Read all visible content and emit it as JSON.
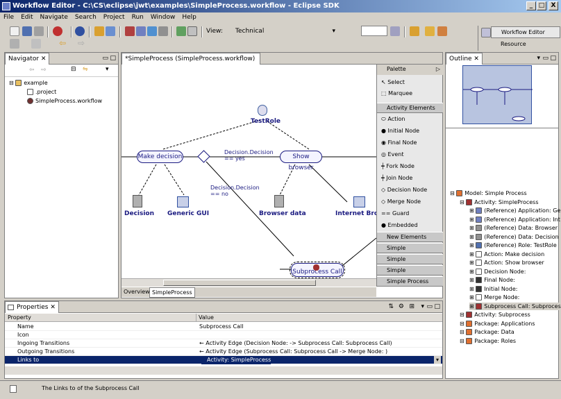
{
  "window": {
    "title": "Workflow Editor - C:\\CS\\eclipse\\jwt\\examples\\SimpleProcess.workflow - Eclipse SDK",
    "min": "_",
    "max": "□",
    "close": "X"
  },
  "menu": [
    "File",
    "Edit",
    "Navigate",
    "Search",
    "Project",
    "Run",
    "Window",
    "Help"
  ],
  "toolbar": {
    "view_label": "View:",
    "view_value": "Technical"
  },
  "perspectives": {
    "workflow": "Workflow Editor",
    "resource": "Resource"
  },
  "navigator": {
    "title": "Navigator",
    "items": [
      {
        "label": "example"
      },
      {
        "label": ".project"
      },
      {
        "label": "SimpleProcess.workflow"
      }
    ]
  },
  "editor": {
    "tab": "*SimpleProcess (SimpleProcess.workflow)",
    "bottom_tabs": [
      "Overview",
      "SimpleProcess"
    ],
    "nodes": {
      "testrole": "TestRole",
      "make_decision": "Make decision",
      "show_browser": "Show browser",
      "decision": "Decision",
      "generic_gui": "Generic GUI",
      "browser_data": "Browser data",
      "internet_browser": "Internet Brows",
      "subprocess": "Subprocess Call",
      "edge_yes": "Decision.Decision",
      "edge_yes2": "== yes",
      "edge_no": "Decision.Decision",
      "edge_no2": "== no"
    }
  },
  "palette": {
    "title": "Palette",
    "tools": [
      "Select",
      "Marquee"
    ],
    "activity_header": "Activity Elements",
    "activity": [
      "Action",
      "Initial Node",
      "Final Node",
      "Event",
      "Fork Node",
      "Join Node",
      "Decision Node",
      "Merge Node",
      "Guard",
      "Embedded"
    ],
    "headers": [
      "New Elements",
      "Simple Process/Roles",
      "Simple Process/Ap...",
      "Simple Process/Data",
      "Simple Process"
    ]
  },
  "outline": {
    "title": "Outline",
    "tree": [
      {
        "label": "Model: Simple Process",
        "lvl": 0
      },
      {
        "label": "Activity: SimpleProcess",
        "lvl": 1
      },
      {
        "label": "(Reference) Application: Ge",
        "lvl": 2
      },
      {
        "label": "(Reference) Application: Int",
        "lvl": 2
      },
      {
        "label": "(Reference) Data: Browser",
        "lvl": 2
      },
      {
        "label": "(Reference) Data: Decision",
        "lvl": 2
      },
      {
        "label": "(Reference) Role: TestRole",
        "lvl": 2
      },
      {
        "label": "Action: Make decision",
        "lvl": 2
      },
      {
        "label": "Action: Show browser",
        "lvl": 2
      },
      {
        "label": "Decision Node:",
        "lvl": 2
      },
      {
        "label": "Final Node:",
        "lvl": 2
      },
      {
        "label": "Initial Node:",
        "lvl": 2
      },
      {
        "label": "Merge Node:",
        "lvl": 2
      },
      {
        "label": "Subprocess Call: Subprocess",
        "lvl": 2
      },
      {
        "label": "Activity: Subprocess",
        "lvl": 1
      },
      {
        "label": "Package: Applications",
        "lvl": 1
      },
      {
        "label": "Package: Data",
        "lvl": 1
      },
      {
        "label": "Package: Roles",
        "lvl": 1
      }
    ]
  },
  "properties": {
    "title": "Properties",
    "col_property": "Property",
    "col_value": "Value",
    "rows": [
      {
        "k": "Name",
        "v": "Subprocess Call"
      },
      {
        "k": "Icon",
        "v": ""
      },
      {
        "k": "Ingoing Transitions",
        "v": "← Activity Edge (Decision Node:  -> Subprocess Call: Subprocess Call)"
      },
      {
        "k": "Outgoing Transitions",
        "v": "← Activity Edge (Subprocess Call: Subprocess Call -> Merge Node: )"
      },
      {
        "k": "Links to",
        "v": "Activity: SimpleProcess"
      }
    ]
  },
  "status": {
    "text": "The Links to of the Subprocess Call"
  },
  "colors": {
    "title_start": "#0a246a",
    "title_end": "#a6caf0",
    "selection": "#0a246a",
    "node_border": "#1a1a80"
  }
}
